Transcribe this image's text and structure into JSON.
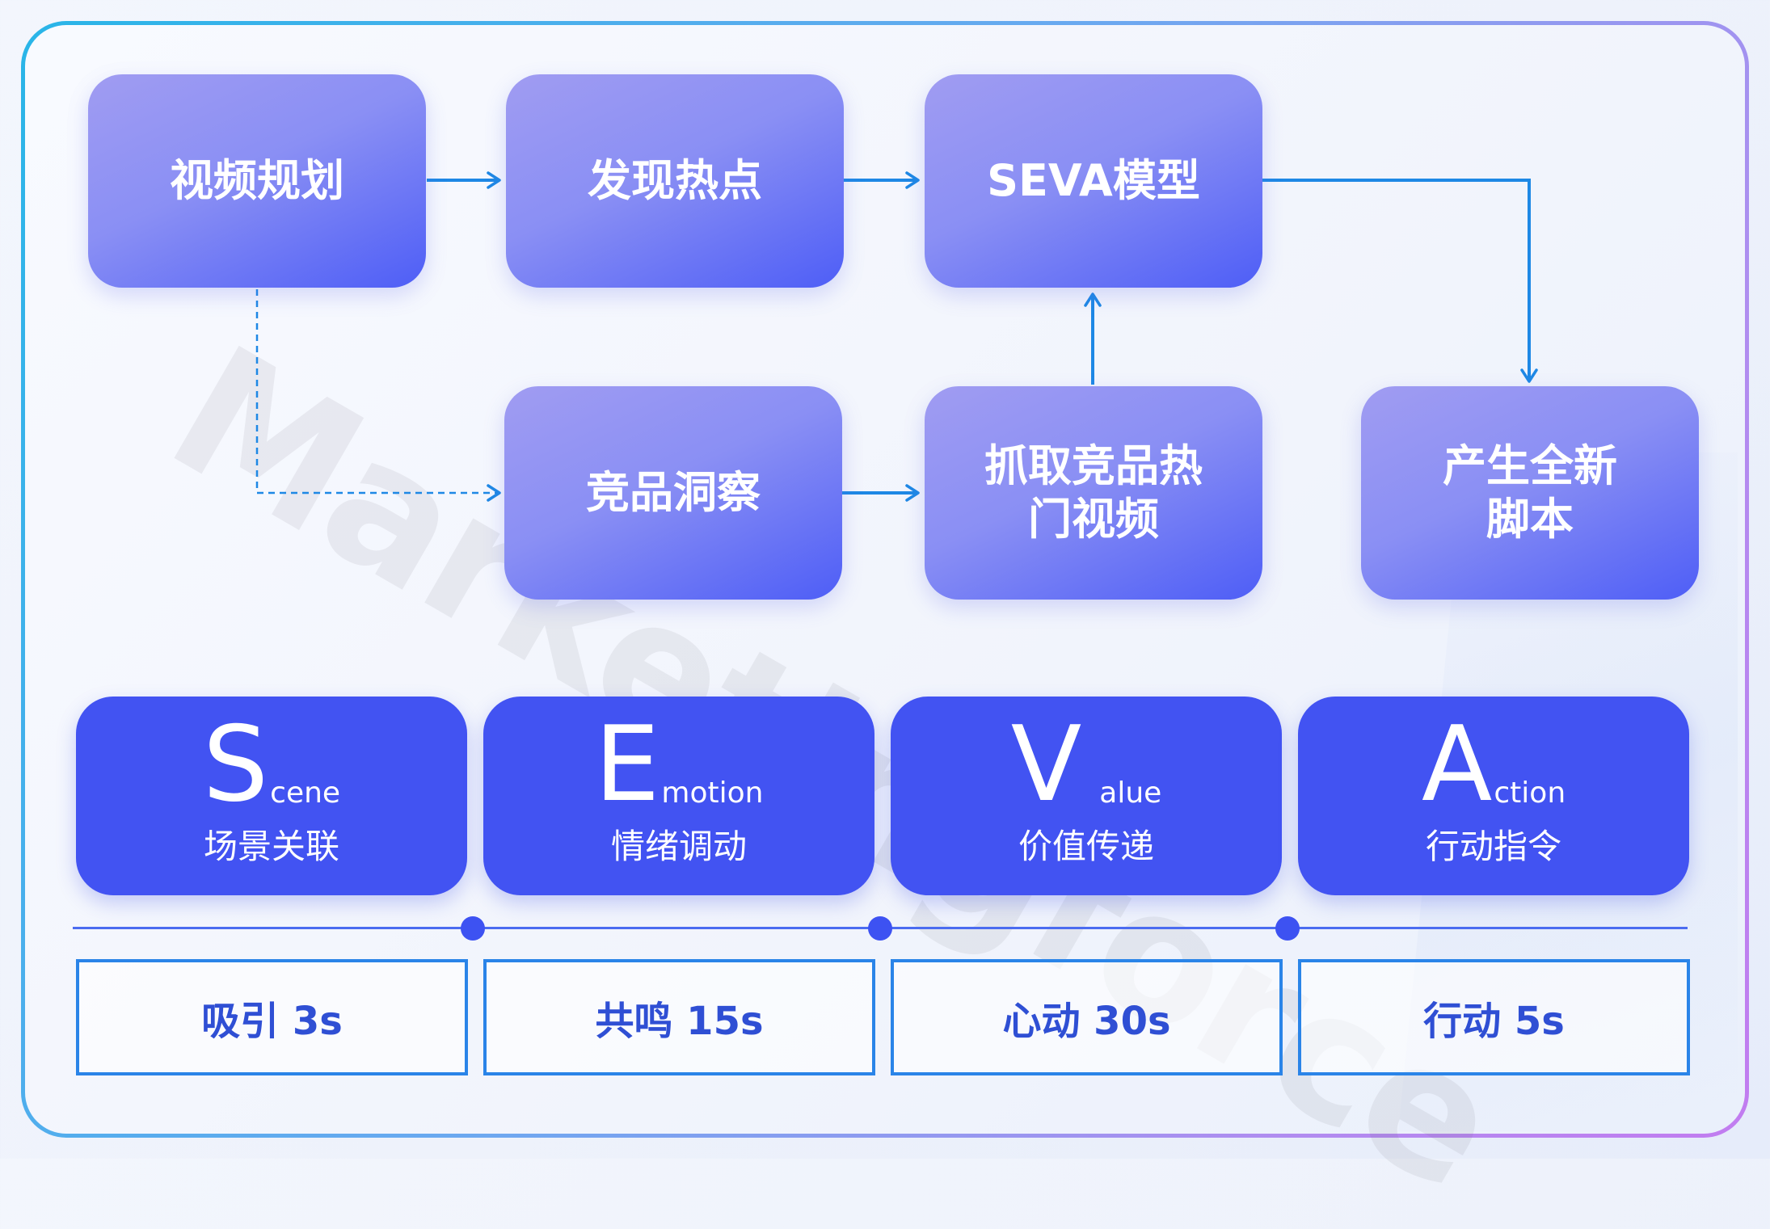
{
  "watermark": "Marketingforce",
  "flow": {
    "video_plan": "视频规划",
    "discover_hotspot": "发现热点",
    "seva_model": "SEVA模型",
    "competitor_insight": "竞品洞察",
    "grab_hot_videos": "抓取竞品热门视频",
    "new_script": "产生全新脚本"
  },
  "seva": [
    {
      "letter": "S",
      "rest": "cene",
      "label": "场景关联"
    },
    {
      "letter": "E",
      "rest": "motion",
      "label": "情绪调动"
    },
    {
      "letter": "V",
      "rest": "alue",
      "label": "价值传递"
    },
    {
      "letter": "A",
      "rest": "ction",
      "label": "行动指令"
    }
  ],
  "stages": [
    "吸引 3s",
    "共鸣 15s",
    "心动 30s",
    "行动 5s"
  ],
  "colors": {
    "box_gradient_start": "#a09cf2",
    "box_gradient_end": "#4e5ef6",
    "seva_block": "#4253f2",
    "arrow": "#1e88e5",
    "stage_border": "#2a84e8",
    "stage_text": "#2f4fd4"
  }
}
